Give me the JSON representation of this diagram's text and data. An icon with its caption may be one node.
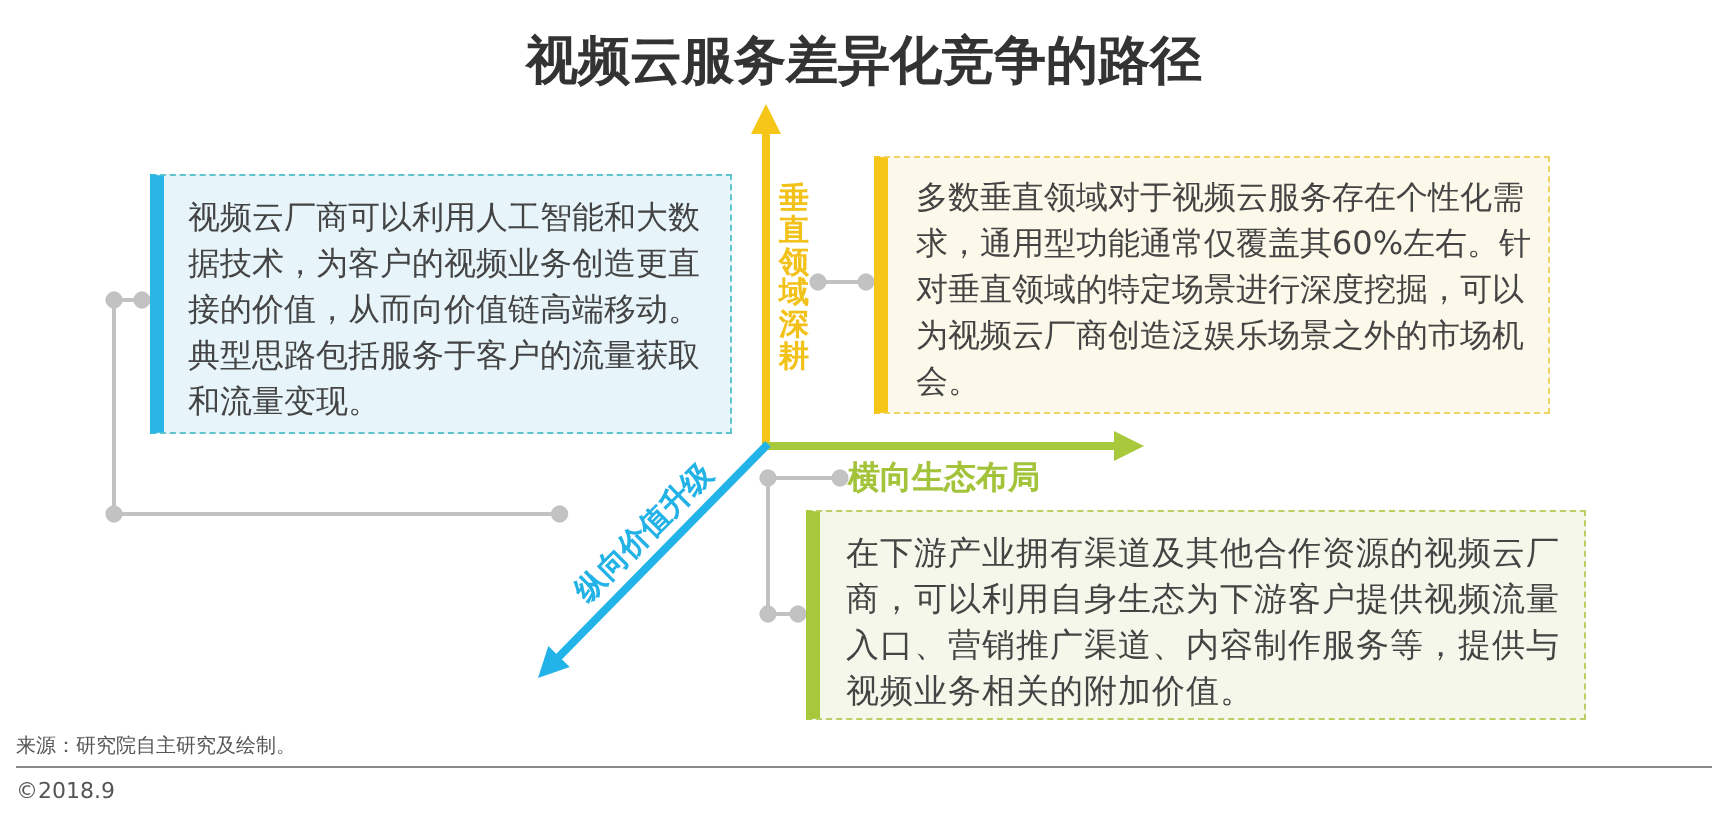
{
  "diagram": {
    "title": "视频云服务差异化竞争的路径",
    "nodes": [
      {
        "text": [
          "视频云厂商可以利用人工智能和大数据技术，为客户的视频业务创造更直接的价值，从而向价值链高端移动。典型思路包括服务于客户的流量获取和流量变现。"
        ]
      },
      {
        "text": [
          "垂直领域深耕"
        ]
      },
      {
        "text": [
          "多数垂直领域对于视频云服务存在个性化需求，通用型功能通常仅覆盖其60%左右。针对垂直领域的特定场景进行深度挖掘，可以为视频云厂商创造泛娱乐场景之外的市场机会。"
        ]
      },
      {
        "text": [
          "横向生态布局"
        ]
      },
      {
        "text": [
          "纵向价值升级"
        ]
      },
      {
        "text": [
          "在下游产业拥有渠道及其他合作资源的视频云厂商，可以利用自身生态为下游客户提供视频流量入口、营销推广渠道、内容制作服务等，提供与视频业务相关的附加价值。"
        ]
      }
    ],
    "edges": [
      {
        "from": 0,
        "to": 4,
        "arrow": "other"
      },
      {
        "from": 2,
        "to": 1,
        "arrow": "other"
      },
      {
        "from": 5,
        "to": 3,
        "arrow": "other"
      }
    ],
    "labels": [
      "来源：研究院自主研究及绘制。",
      "©2018.9"
    ]
  }
}
